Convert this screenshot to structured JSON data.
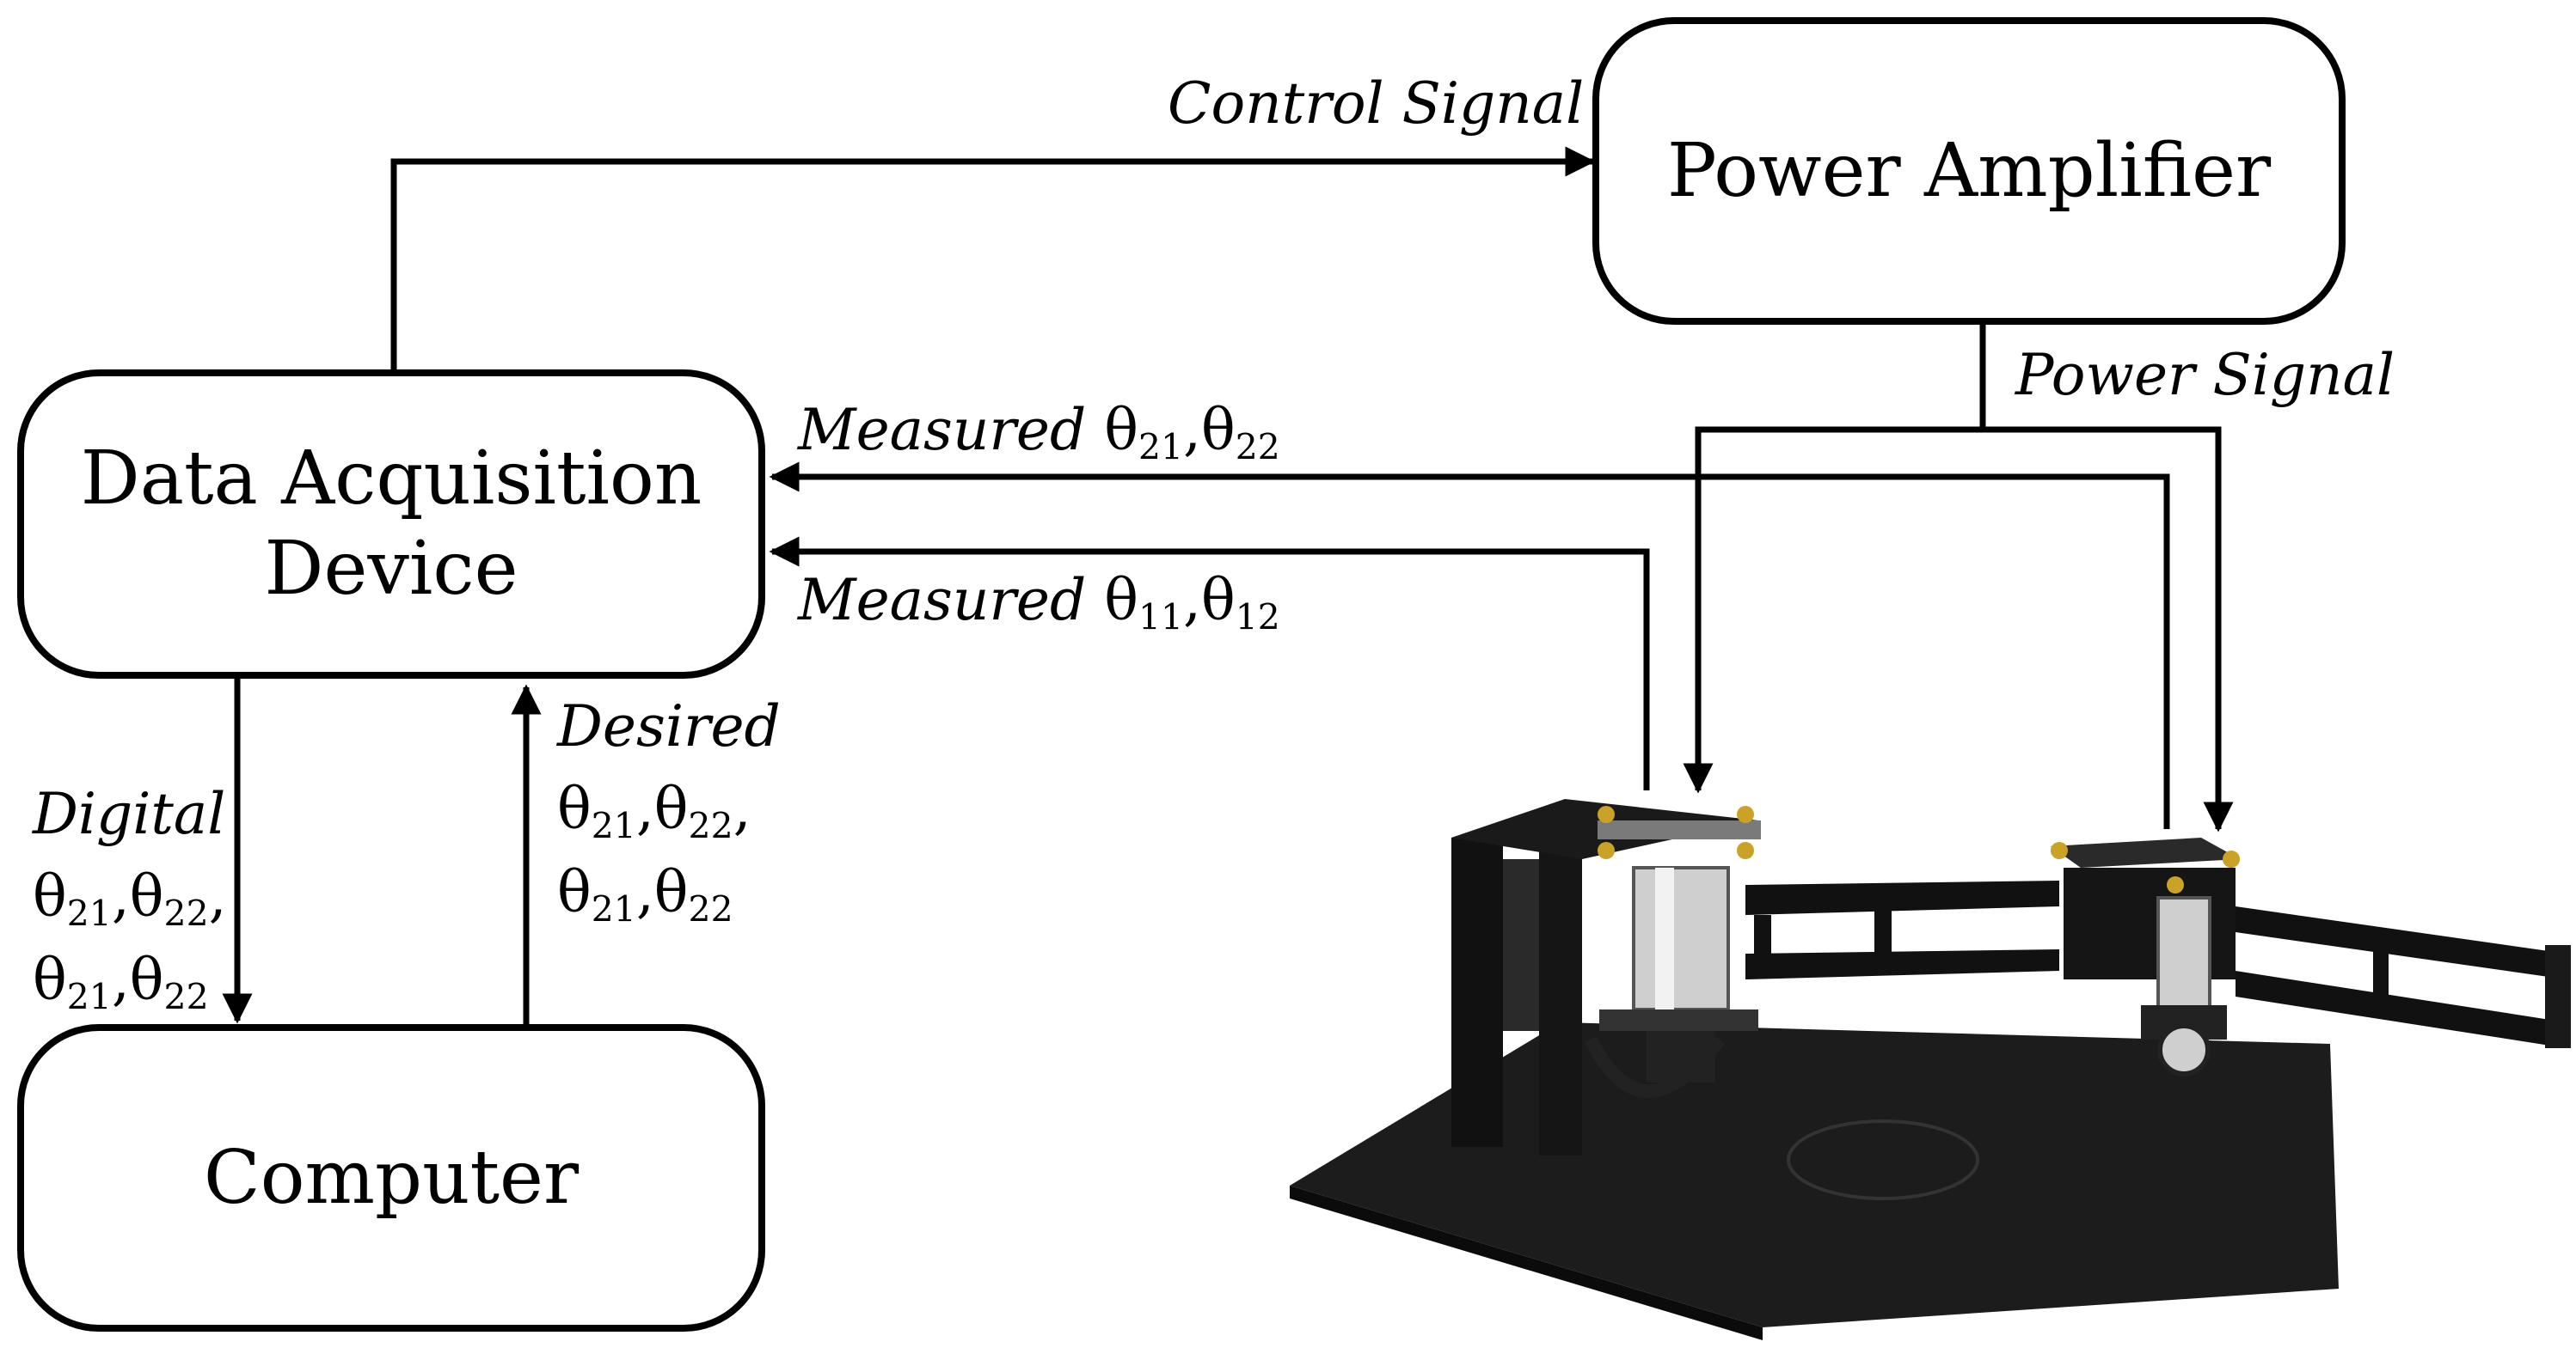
{
  "boxes": {
    "power_amplifier": "Power Amplifier",
    "daq_line1": "Data Acquisition",
    "daq_line2": "Device",
    "computer": "Computer"
  },
  "labels": {
    "control_signal": "Control Signal",
    "power_signal": "Power Signal",
    "measured_top": {
      "word": "Measured",
      "sym": "θ",
      "s1": "21",
      "sep": ",",
      "s2": "22"
    },
    "measured_bottom": {
      "word": "Measured",
      "sym": "θ",
      "s1": "11",
      "sep": ",",
      "s2": "12"
    },
    "digital": {
      "word": "Digital",
      "line1": {
        "sym": "θ",
        "s1": "21",
        "sep": ",",
        "s2": "22",
        "tail": ","
      },
      "line2": {
        "sym": "θ",
        "s1": "21",
        "sep": ",",
        "s2": "22"
      }
    },
    "desired": {
      "word": "Desired",
      "line1": {
        "sym": "θ",
        "s1": "21",
        "sep": ",",
        "s2": "22",
        "tail": ","
      },
      "line2": {
        "sym": "θ",
        "s1": "21",
        "sep": ",",
        "s2": "22"
      }
    }
  },
  "colors": {
    "stroke": "#000000",
    "plate": "#1c1c1c",
    "metal": "#bdbdbd",
    "brass": "#c9a227"
  }
}
